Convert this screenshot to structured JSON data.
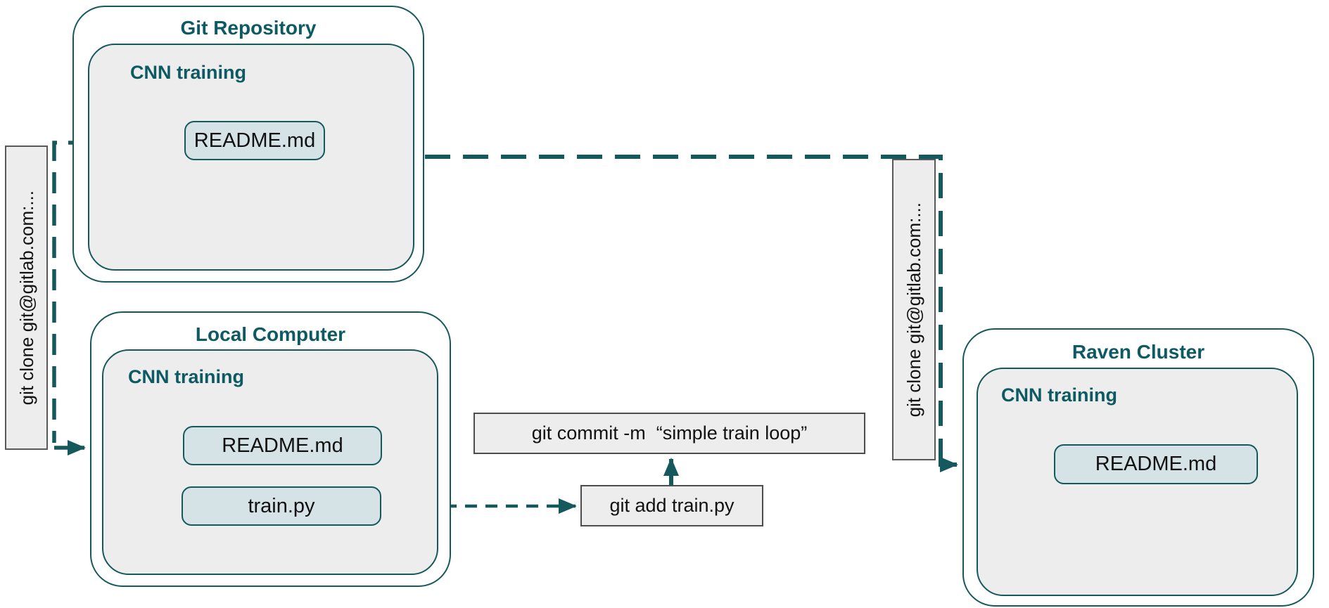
{
  "diagram_title": "git workflow diagram",
  "colors": {
    "teal_stroke": "#16595c",
    "teal_text": "#0e5a63",
    "container_fill": "#ededed",
    "file_node_fill": "#d6e3e6",
    "command_border": "#4d4d4d",
    "background": "#ffffff"
  },
  "git_repo": {
    "title": "Git Repository",
    "folder_label": "CNN training",
    "readme": "README.md"
  },
  "local": {
    "title": "Local Computer",
    "folder_label": "CNN training",
    "readme": "README.md",
    "train": "train.py"
  },
  "raven": {
    "title": "Raven Cluster",
    "folder_label": "CNN training",
    "readme": "README.md"
  },
  "commands": {
    "commit": "git commit -m  “simple train loop”",
    "add": "git add train.py"
  },
  "labels": {
    "clone_left": "git clone git@gitlab.com:...",
    "clone_right": "git clone git@gitlab.com:..."
  }
}
